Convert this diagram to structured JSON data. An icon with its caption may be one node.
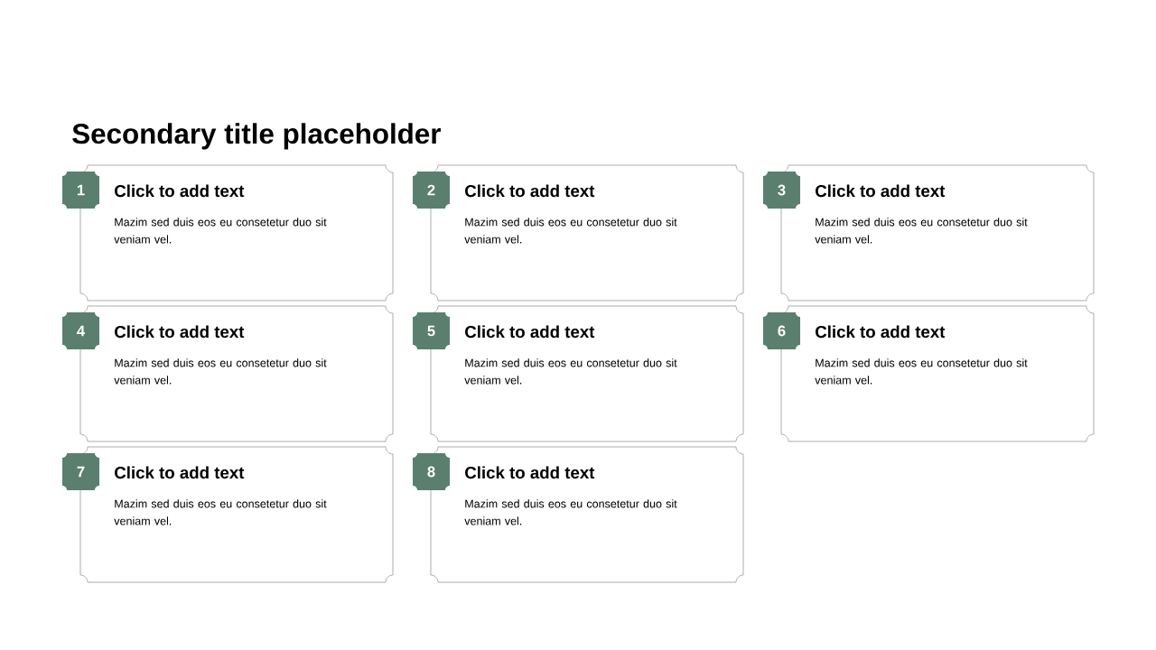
{
  "diagram": {
    "title": "Secondary title placeholder",
    "nodes": [
      {
        "text": [
          "1"
        ]
      },
      {
        "text": [
          "Click to add text",
          "Mazim sed duis eos eu consetetur duo sit veniam vel."
        ]
      },
      {
        "text": [
          "2"
        ]
      },
      {
        "text": [
          "Click to add text",
          "Mazim sed duis eos eu consetetur duo sit veniam vel."
        ]
      },
      {
        "text": [
          "3"
        ]
      },
      {
        "text": [
          "Click to add text",
          "Mazim sed duis eos eu consetetur duo sit veniam vel."
        ]
      },
      {
        "text": [
          "4"
        ]
      },
      {
        "text": [
          "Click to add text",
          "Mazim sed duis eos eu consetetur duo sit veniam vel."
        ]
      },
      {
        "text": [
          "5"
        ]
      },
      {
        "text": [
          "Click to add text",
          "Mazim sed duis eos eu consetetur duo sit veniam vel."
        ]
      },
      {
        "text": [
          "6"
        ]
      },
      {
        "text": [
          "Click to add text",
          "Mazim sed duis eos eu consetetur duo sit veniam vel."
        ]
      },
      {
        "text": [
          "7"
        ]
      },
      {
        "text": [
          "Click to add text",
          "Mazim sed duis eos eu consetetur duo sit veniam vel."
        ]
      },
      {
        "text": [
          "8"
        ]
      },
      {
        "text": [
          "Click to add text",
          "Mazim sed duis eos eu consetetur duo sit veniam vel."
        ]
      }
    ]
  }
}
